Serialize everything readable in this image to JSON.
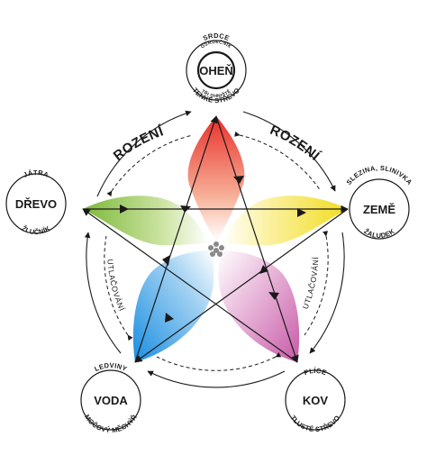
{
  "cycle_labels": {
    "generating": "ROZENÍ",
    "controlling": "UTLAČOVÁNÍ"
  },
  "elements": [
    {
      "key": "fire",
      "name": "OHEŇ",
      "organ_top": "SRDCE",
      "organ_top_sub": "OSRDEČNÍK",
      "organ_bottom": "TENKÉ STŘEVO",
      "organ_bottom_sub": "TŘI OHNIŠTĚ",
      "color": "#e8302b"
    },
    {
      "key": "earth",
      "name": "ZEMĚ",
      "organ_top": "SLEZINA, SLINIVKA",
      "organ_bottom": "ŽALUDEK",
      "color": "#f2dc1f"
    },
    {
      "key": "metal",
      "name": "KOV",
      "organ_top": "PLÍCE",
      "organ_bottom": "TLUSTÉ STŘEVO",
      "color": "#c85aa8"
    },
    {
      "key": "water",
      "name": "VODA",
      "organ_top": "LEDVINY",
      "organ_bottom": "MOČOVÝ MĚCHÝŘ",
      "color": "#1a8ee0"
    },
    {
      "key": "wood",
      "name": "DŘEVO",
      "organ_top": "JÁTRA",
      "organ_bottom": "ŽLUČNÍK",
      "color": "#7cb83a"
    }
  ],
  "colors": {
    "ink": "#1a1a1a",
    "center_flower": "#8a8a8a"
  }
}
